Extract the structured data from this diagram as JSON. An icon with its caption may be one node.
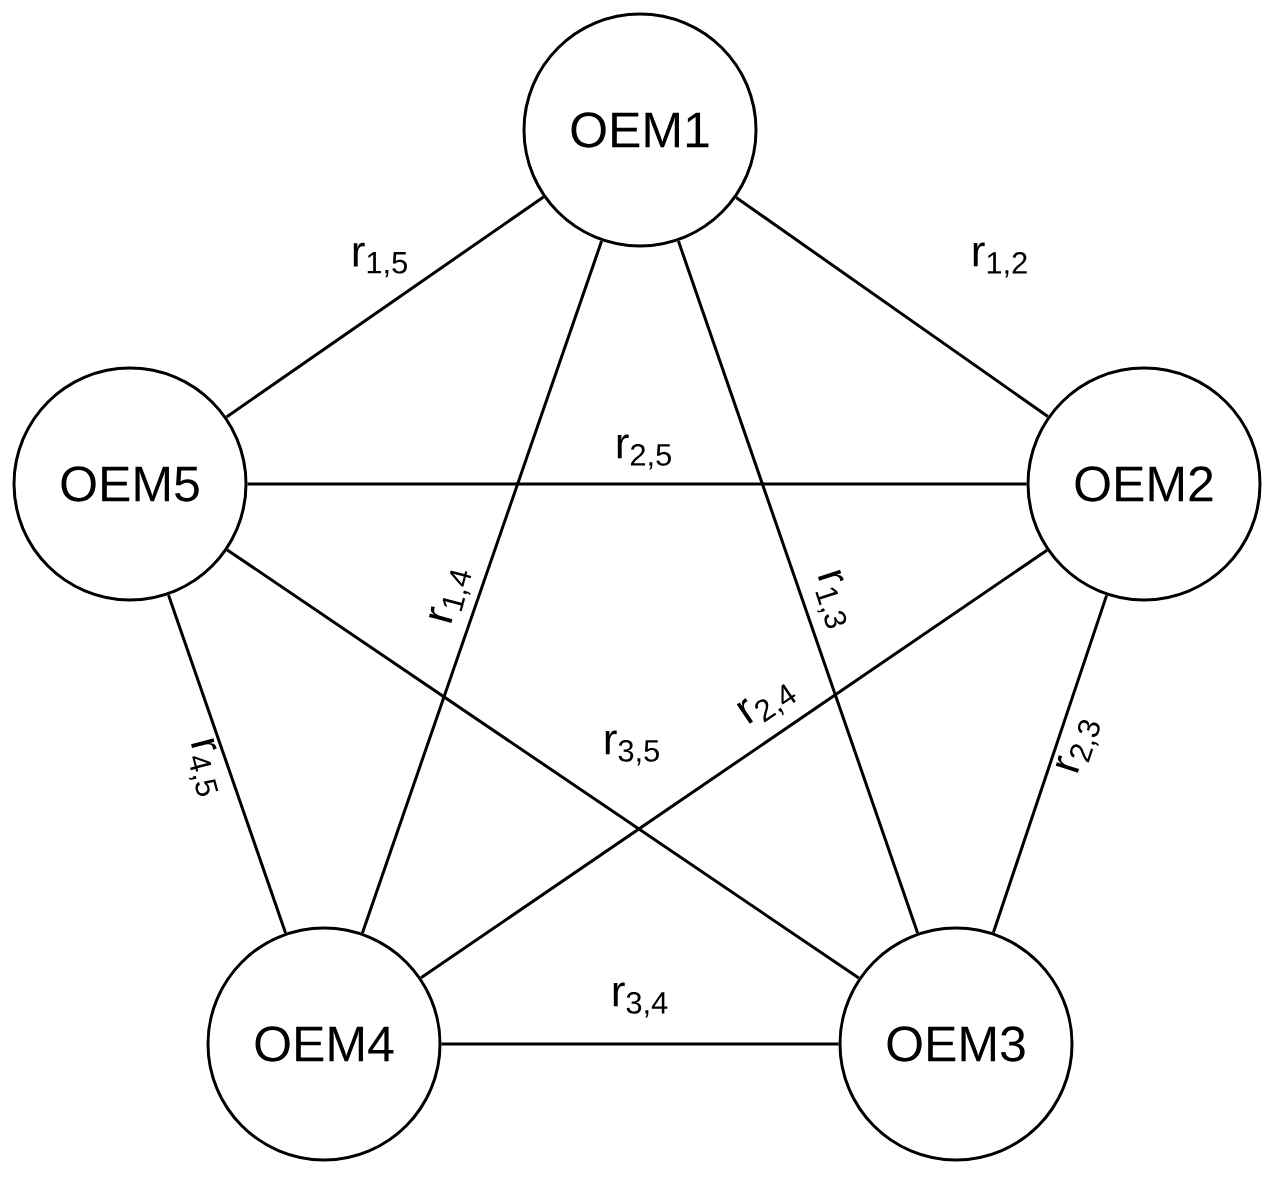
{
  "diagram": {
    "nodes": [
      {
        "text": [
          "OEM1"
        ]
      },
      {
        "text": [
          "OEM2"
        ]
      },
      {
        "text": [
          "OEM3"
        ]
      },
      {
        "text": [
          "OEM4"
        ]
      },
      {
        "text": [
          "OEM5"
        ]
      }
    ],
    "edges": [
      {
        "from": 0,
        "to": 4,
        "arrow": "none",
        "label": "r$_{1,5}$"
      },
      {
        "from": 0,
        "to": 1,
        "arrow": "none",
        "label": "r$_{1,2}$"
      },
      {
        "from": 1,
        "to": 4,
        "arrow": "none",
        "label": "r$_{2,5}$"
      },
      {
        "from": 0,
        "to": 3,
        "arrow": "none",
        "label": "r$_{1,4}$"
      },
      {
        "from": 0,
        "to": 2,
        "arrow": "none",
        "label": "r$_{1,3}$"
      },
      {
        "from": 3,
        "to": 4,
        "arrow": "none",
        "label": "r$_{4,5}$"
      },
      {
        "from": 2,
        "to": 4,
        "arrow": "none",
        "label": "r$_{3,5}$"
      },
      {
        "from": 1,
        "to": 3,
        "arrow": "none",
        "label": "r$_{2,4}$"
      },
      {
        "from": 1,
        "to": 2,
        "arrow": "none",
        "label": "r$_{2,3}$"
      },
      {
        "from": 2,
        "to": 3,
        "arrow": "none",
        "label": "r$_{3,4}$"
      }
    ]
  }
}
